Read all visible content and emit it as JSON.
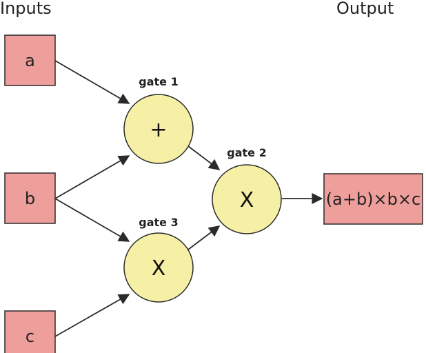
{
  "headings": {
    "inputs": "Inputs",
    "output": "Output"
  },
  "inputs": [
    {
      "id": "a",
      "label": "a"
    },
    {
      "id": "b",
      "label": "b"
    },
    {
      "id": "c",
      "label": "c"
    }
  ],
  "gates": [
    {
      "id": "gate1",
      "name": "gate 1",
      "op": "+"
    },
    {
      "id": "gate2",
      "name": "gate 2",
      "op": "X"
    },
    {
      "id": "gate3",
      "name": "gate 3",
      "op": "X"
    }
  ],
  "output": {
    "label": "(a+b)×b×c"
  },
  "edges": [
    {
      "from": "a",
      "to": "gate1"
    },
    {
      "from": "b",
      "to": "gate1"
    },
    {
      "from": "b",
      "to": "gate3"
    },
    {
      "from": "c",
      "to": "gate3"
    },
    {
      "from": "gate1",
      "to": "gate2"
    },
    {
      "from": "gate3",
      "to": "gate2"
    },
    {
      "from": "gate2",
      "to": "output"
    }
  ],
  "colors": {
    "box_fill": "#ee9e9b",
    "gate_fill": "#f6f0a6",
    "stroke": "#2a2a2a"
  }
}
